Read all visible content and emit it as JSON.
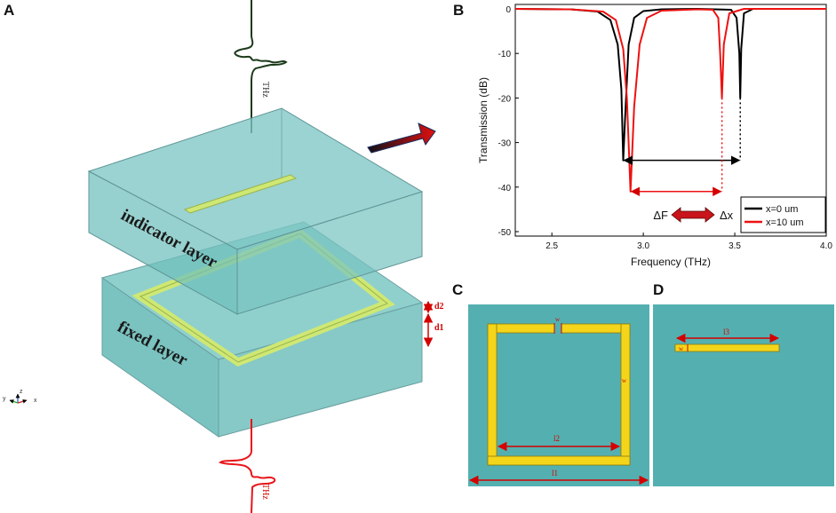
{
  "panels": {
    "A": "A",
    "B": "B",
    "C": "C",
    "D": "D"
  },
  "panel_a": {
    "top_signal_label": "THz",
    "bottom_signal_label": "THz",
    "indicator_layer_label": "indicator layer",
    "fixed_layer_label": "fixed layer",
    "d1": "d1",
    "d2": "d2",
    "axes": {
      "y": "y",
      "z": "z",
      "x": "x"
    }
  },
  "panel_b_extra": {
    "delta_f": "ΔF",
    "delta_x": "Δx"
  },
  "chart_data": {
    "type": "line",
    "xlabel": "Frequency (THz)",
    "ylabel": "Transmission (dB)",
    "xlim": [
      2.3,
      4.0
    ],
    "ylim": [
      -51,
      1
    ],
    "xticks": [
      "2.5",
      "3.0",
      "3.5",
      "4.0"
    ],
    "yticks": [
      "0",
      "-10",
      "-20",
      "-30",
      "-40",
      "-50"
    ],
    "legend_position": "bottom-right",
    "series": [
      {
        "name": "x=0 um",
        "color": "#000000",
        "x": [
          2.3,
          2.6,
          2.75,
          2.82,
          2.86,
          2.88,
          2.89,
          2.9,
          2.92,
          2.95,
          3.0,
          3.1,
          3.3,
          3.48,
          3.51,
          3.525,
          3.53,
          3.535,
          3.55,
          3.6,
          4.0
        ],
        "y": [
          0,
          -0.1,
          -0.6,
          -2.5,
          -8,
          -18,
          -34,
          -25,
          -8,
          -2,
          -0.5,
          -0.1,
          0,
          -0.2,
          -2,
          -10,
          -20,
          -9,
          -1,
          0,
          0
        ]
      },
      {
        "name": "x=10 um",
        "color": "#ee1111",
        "x": [
          2.3,
          2.6,
          2.78,
          2.85,
          2.89,
          2.91,
          2.93,
          2.95,
          2.98,
          3.02,
          3.1,
          3.3,
          3.38,
          3.41,
          3.42,
          3.43,
          3.44,
          3.47,
          3.55,
          4.0
        ],
        "y": [
          0,
          -0.1,
          -0.6,
          -2.5,
          -9,
          -20,
          -41,
          -22,
          -8,
          -2,
          -0.4,
          -0.1,
          -0.2,
          -2,
          -10,
          -20,
          -8,
          -1,
          0,
          0
        ]
      }
    ],
    "annotations": [
      {
        "type": "double-arrow",
        "series": "x=0 um",
        "y": -34,
        "x_from": 2.89,
        "x_to": 3.53
      },
      {
        "type": "double-arrow",
        "series": "x=10 um",
        "y": -41,
        "x_from": 2.93,
        "x_to": 3.43
      }
    ]
  },
  "panel_c": {
    "w": "w",
    "w_side": "w",
    "l2": "l2",
    "l1": "l1"
  },
  "panel_d": {
    "l3": "l3",
    "w": "w"
  },
  "colors": {
    "substrate": "#54b0b0",
    "layer_face": "#7cc8c6",
    "ring": "#f4d51a",
    "ring_light": "#cfe873",
    "dimension": "#d40000"
  }
}
